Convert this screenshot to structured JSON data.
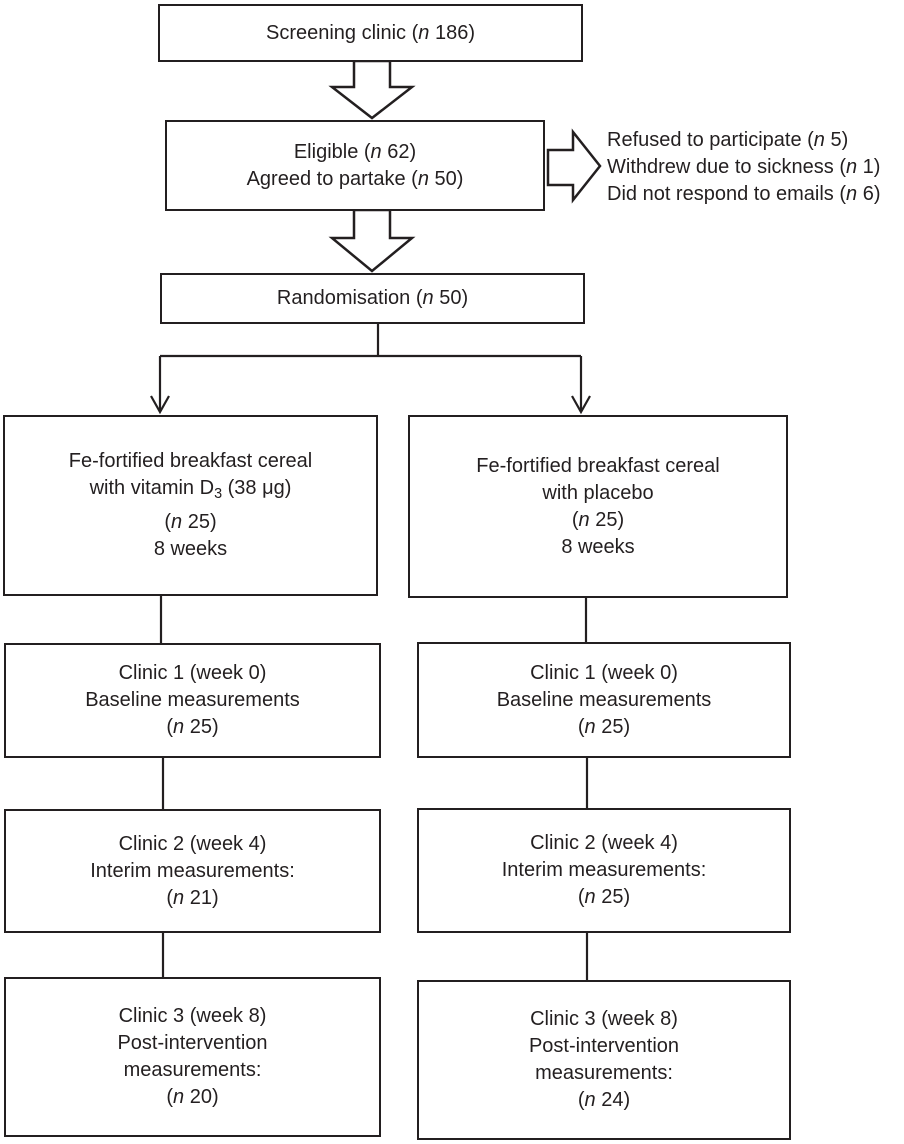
{
  "colors": {
    "ink": "#231f20",
    "background": "#ffffff"
  },
  "boxes": {
    "screening": {
      "lines": [
        [
          {
            "t": "Screening clinic ("
          },
          {
            "t": "n",
            "i": true
          },
          {
            "t": " 186)"
          }
        ]
      ]
    },
    "eligible": {
      "lines": [
        [
          {
            "t": "Eligible ("
          },
          {
            "t": "n",
            "i": true
          },
          {
            "t": " 62)"
          }
        ],
        [
          {
            "t": "Agreed to partake ("
          },
          {
            "t": "n",
            "i": true
          },
          {
            "t": " 50)"
          }
        ]
      ]
    },
    "exclusions": {
      "lines": [
        [
          {
            "t": "Refused to participate ("
          },
          {
            "t": "n",
            "i": true
          },
          {
            "t": " 5)"
          }
        ],
        [
          {
            "t": "Withdrew due to sickness ("
          },
          {
            "t": "n",
            "i": true
          },
          {
            "t": " 1)"
          }
        ],
        [
          {
            "t": "Did not respond to emails ("
          },
          {
            "t": "n",
            "i": true
          },
          {
            "t": " 6)"
          }
        ]
      ]
    },
    "randomisation": {
      "lines": [
        [
          {
            "t": "Randomisation ("
          },
          {
            "t": "n",
            "i": true
          },
          {
            "t": " 50)"
          }
        ]
      ]
    },
    "intervention_left": {
      "lines": [
        [
          {
            "t": "Fe-fortified breakfast cereal"
          }
        ],
        [
          {
            "t": "with vitamin D"
          },
          {
            "t": "3",
            "sub": true
          },
          {
            "t": " (38 μg)"
          }
        ],
        [
          {
            "t": "("
          },
          {
            "t": "n",
            "i": true
          },
          {
            "t": " 25)"
          }
        ],
        [
          {
            "t": "8 weeks"
          }
        ]
      ]
    },
    "intervention_right": {
      "lines": [
        [
          {
            "t": "Fe-fortified breakfast cereal"
          }
        ],
        [
          {
            "t": "with placebo"
          }
        ],
        [
          {
            "t": "("
          },
          {
            "t": "n",
            "i": true
          },
          {
            "t": " 25)"
          }
        ],
        [
          {
            "t": "8 weeks"
          }
        ]
      ]
    },
    "clinic1_left": {
      "lines": [
        [
          {
            "t": "Clinic 1 (week 0)"
          }
        ],
        [
          {
            "t": "Baseline measurements"
          }
        ],
        [
          {
            "t": "("
          },
          {
            "t": "n",
            "i": true
          },
          {
            "t": " 25)"
          }
        ]
      ]
    },
    "clinic1_right": {
      "lines": [
        [
          {
            "t": "Clinic 1 (week 0)"
          }
        ],
        [
          {
            "t": "Baseline measurements"
          }
        ],
        [
          {
            "t": "("
          },
          {
            "t": "n",
            "i": true
          },
          {
            "t": " 25)"
          }
        ]
      ]
    },
    "clinic2_left": {
      "lines": [
        [
          {
            "t": "Clinic 2 (week 4)"
          }
        ],
        [
          {
            "t": "Interim measurements:"
          }
        ],
        [
          {
            "t": "("
          },
          {
            "t": "n",
            "i": true
          },
          {
            "t": " 21)"
          }
        ]
      ]
    },
    "clinic2_right": {
      "lines": [
        [
          {
            "t": "Clinic 2 (week 4)"
          }
        ],
        [
          {
            "t": "Interim measurements:"
          }
        ],
        [
          {
            "t": "("
          },
          {
            "t": "n",
            "i": true
          },
          {
            "t": " 25)"
          }
        ]
      ]
    },
    "clinic3_left": {
      "lines": [
        [
          {
            "t": "Clinic 3 (week 8)"
          }
        ],
        [
          {
            "t": "Post-intervention"
          }
        ],
        [
          {
            "t": "measurements:"
          }
        ],
        [
          {
            "t": "("
          },
          {
            "t": "n",
            "i": true
          },
          {
            "t": " 20)"
          }
        ]
      ]
    },
    "clinic3_right": {
      "lines": [
        [
          {
            "t": "Clinic 3 (week 8)"
          }
        ],
        [
          {
            "t": "Post-intervention"
          }
        ],
        [
          {
            "t": "measurements:"
          }
        ],
        [
          {
            "t": "("
          },
          {
            "t": "n",
            "i": true
          },
          {
            "t": " 24)"
          }
        ]
      ]
    }
  }
}
